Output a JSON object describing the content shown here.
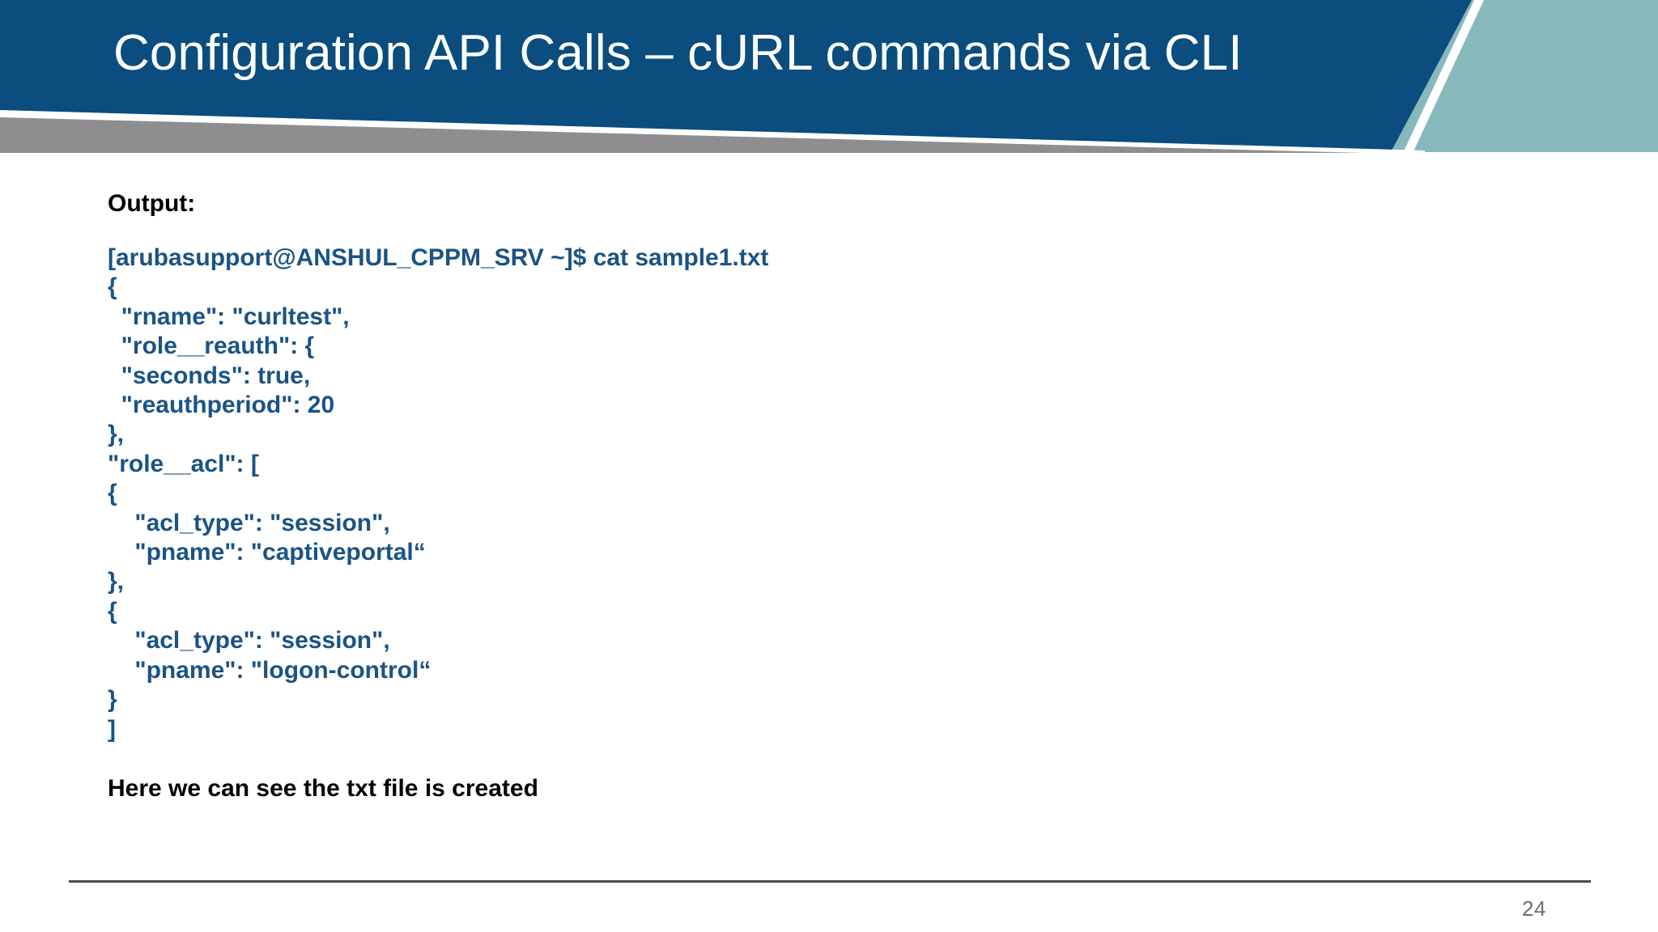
{
  "slide": {
    "title": "Configuration API Calls – cURL commands via CLI",
    "page_number": "24"
  },
  "theme": {
    "header_blue": "#0a4d7e",
    "accent_teal": "#86b8bc",
    "accent_gray": "#8e8e90",
    "title_text": "#ffffff",
    "code_text": "#1b5384",
    "label_text": "#000000",
    "footer_rule": "#4a4a4f",
    "page_number_text": "#6d6d72",
    "background": "#ffffff"
  },
  "content": {
    "output_label": "Output:",
    "code_lines": [
      "[arubasupport@ANSHUL_CPPM_SRV ~]$ cat sample1.txt",
      "{",
      "  \"rname\": \"curltest\",",
      "  \"role__reauth\": {",
      "  \"seconds\": true,",
      "  \"reauthperiod\": 20",
      "},",
      "\"role__acl\": [",
      "{",
      "    \"acl_type\": \"session\",",
      "    \"pname\": \"captiveportal“",
      "},",
      "{",
      "    \"acl_type\": \"session\",",
      "    \"pname\": \"logon-control“",
      "}",
      "]"
    ],
    "closing_note": "Here we can see the txt file is created"
  }
}
